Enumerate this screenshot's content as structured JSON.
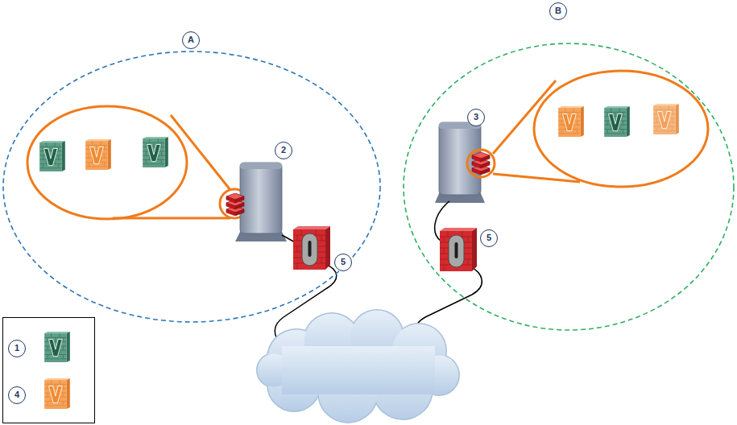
{
  "diagram": {
    "nodes": [
      {
        "text": [
          "A"
        ]
      },
      {
        "text": [
          "B"
        ]
      }
    ],
    "labels": [
      "2",
      "5",
      "3",
      "5"
    ],
    "legend": [
      {
        "text": "1"
      },
      {
        "text": "4"
      }
    ]
  }
}
